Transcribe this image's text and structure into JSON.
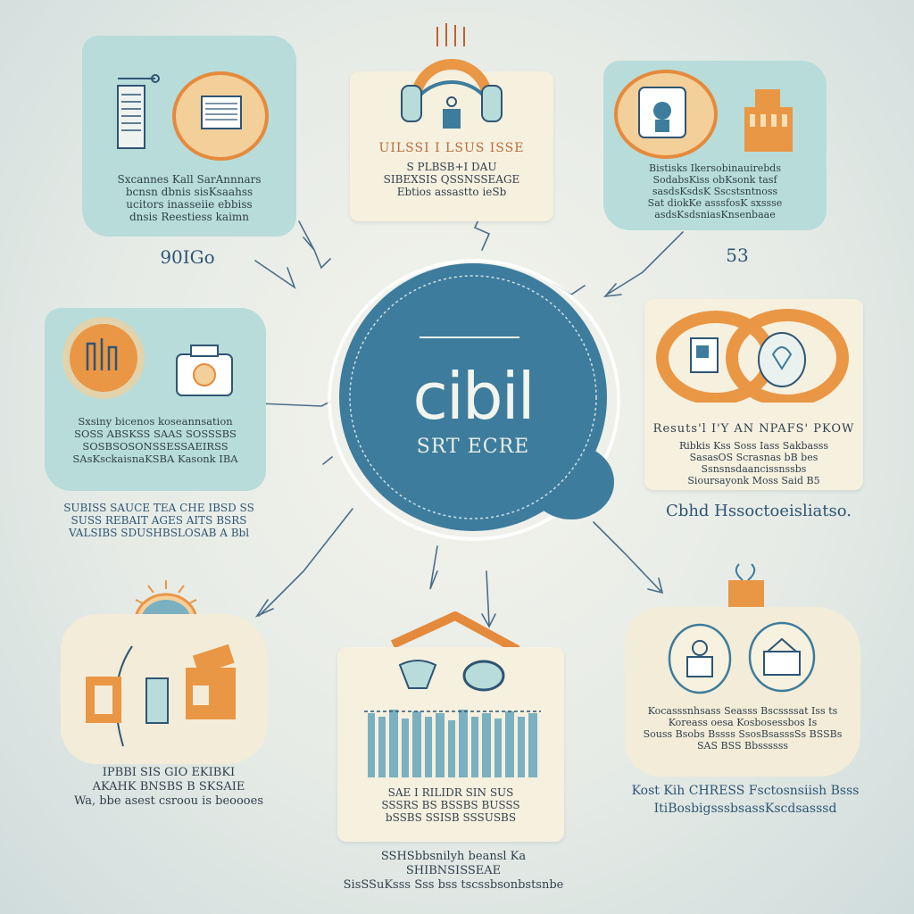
{
  "center": {
    "title": "cibil",
    "subtitle": "SRT ECRE"
  },
  "cards": {
    "top_left": {
      "text": "Sxcannes Kall SarAnnnars\nbcnsn dbnis sisKsaahss\nucitors inasseiie ebbiss\ndnsis Reestiess kaimn"
    },
    "top_center": {
      "title": "UILSSI I LSUS ISSE",
      "text": "S PLBSB+I DAU\nSIBEXSIS QSSNSSEAGE\nEbtios assastto ieSb"
    },
    "top_right": {
      "text": "Bistisks Ikersobinauirebds\nSodabsKiss obKsonk tasf\nsasdsKsdsK Sscstsntnoss\nSat diokKe asssfosK sxssse\nasdsKsdsniasKnsenbaae"
    },
    "mid_left": {
      "text": "Sxsiny bicenos koseannsation\nSOSS ABSKSS SAAS SOSSSBS\nSOSBSOSONSSESSAEIRSS\nSAsKsckaisnaKSBA Kasonk IBA"
    },
    "mid_right": {
      "title": "Resuts'l I'Y AN NPAFS' PKOW",
      "text": "Ribkis Kss Soss Iass Sakbasss\nSasasOS Scrasnas bB bes\nSsnsnsdaancissnssbs\nSioursayonk Moss Said B5"
    },
    "bottom_left": {
      "text": "IPBBI SIS GIO EKIBKI\nAKAHK BNSBS B SKSAIE\nWa, bbe asest csroou is beoooes"
    },
    "bottom_center": {
      "text": "SAE I RILIDR SIN SUS\nSSSRS BS BSSBS BUSSS\nbSSBS SSISB SSSUSBS"
    },
    "bottom_right": {
      "text": "Kocasssnhsass Seasss Bscssssat Iss ts\nKoreass oesa Kosbosessbos Is\nSouss Bsobs Bssss SsosBsasssSs BSSBs\nSAS BSS Bbssssss"
    }
  },
  "captions": {
    "top_left_tag": "90IGo",
    "top_right_tag": "53",
    "mid_left": "SUBISS SAUCE TEA CHE IBSD SS\nSUSS REBAIT AGES AITS BSRS\nVALSIBS SDUSHBSLOSAB A Bbl",
    "mid_right": "Cbhd Hssoctoeisliatso.",
    "bottom_right": "Kost Kih CHRESS Fsctosnsiish Bsss\nItiBosbigsssbsassKscdsasssd",
    "bottom_center": "SSHSbbsnilyh beansl Ka SHIBNSISSEAE\nSisSSuKsss Sss bss tscssbsonbstsnbe"
  },
  "colors": {
    "primary_blue": "#3d7c9c",
    "accent_orange": "#e99745",
    "teal_card": "#b8dcd9",
    "cream_card": "#f6f0df",
    "text_dark": "#2f3f4a",
    "caption_blue": "#2e5574"
  },
  "icons": [
    "document-icon",
    "monitor-icon",
    "headphones-icon",
    "person-badge-icon",
    "building-icon",
    "chart-icon",
    "camera-icon",
    "ring-icon",
    "house-icon",
    "bank-lock-icon",
    "city-bars-icon",
    "sun-icon",
    "gift-icon"
  ]
}
